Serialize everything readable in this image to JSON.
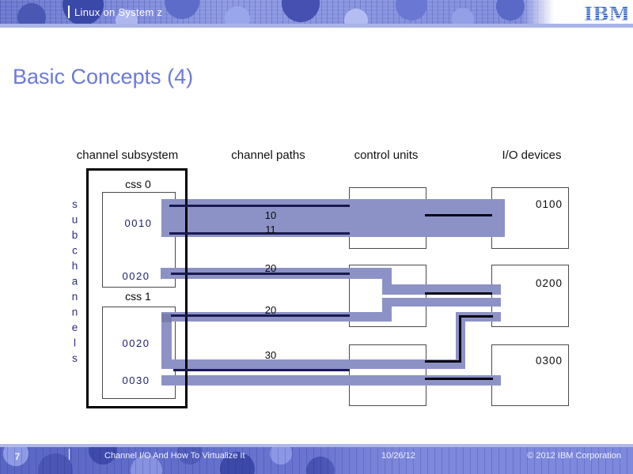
{
  "header": {
    "banner_title": "Linux on System z",
    "logo": "IBM"
  },
  "slide": {
    "title": "Basic Concepts (4)",
    "number": "7"
  },
  "diagram": {
    "column_headers": [
      "channel subsystem",
      "channel paths",
      "control units",
      "I/O devices"
    ],
    "side_label": "subchannels",
    "channel_subsystem": {
      "css_groups": [
        {
          "label": "css 0",
          "subchannels": [
            "0010",
            "0020"
          ]
        },
        {
          "label": "css 1",
          "subchannels": [
            "0020",
            "0030"
          ]
        }
      ]
    },
    "channel_path_labels": [
      "10",
      "11",
      "20",
      "20",
      "30"
    ],
    "io_devices": [
      "0100",
      "0200",
      "0300"
    ],
    "colors": {
      "band": "#8d92c6",
      "path_line": "#191950",
      "link_line": "#06060f",
      "navy_text": "#1c1c6e",
      "title_accent": "#6b79d9",
      "ibm_blue": "#2e62c8",
      "footer_blue": "#6973d0"
    }
  },
  "footer": {
    "doc_title": "Channel I/O And How To Virtualize It",
    "date": "10/26/12",
    "copyright": "© 2012 IBM Corporation"
  }
}
